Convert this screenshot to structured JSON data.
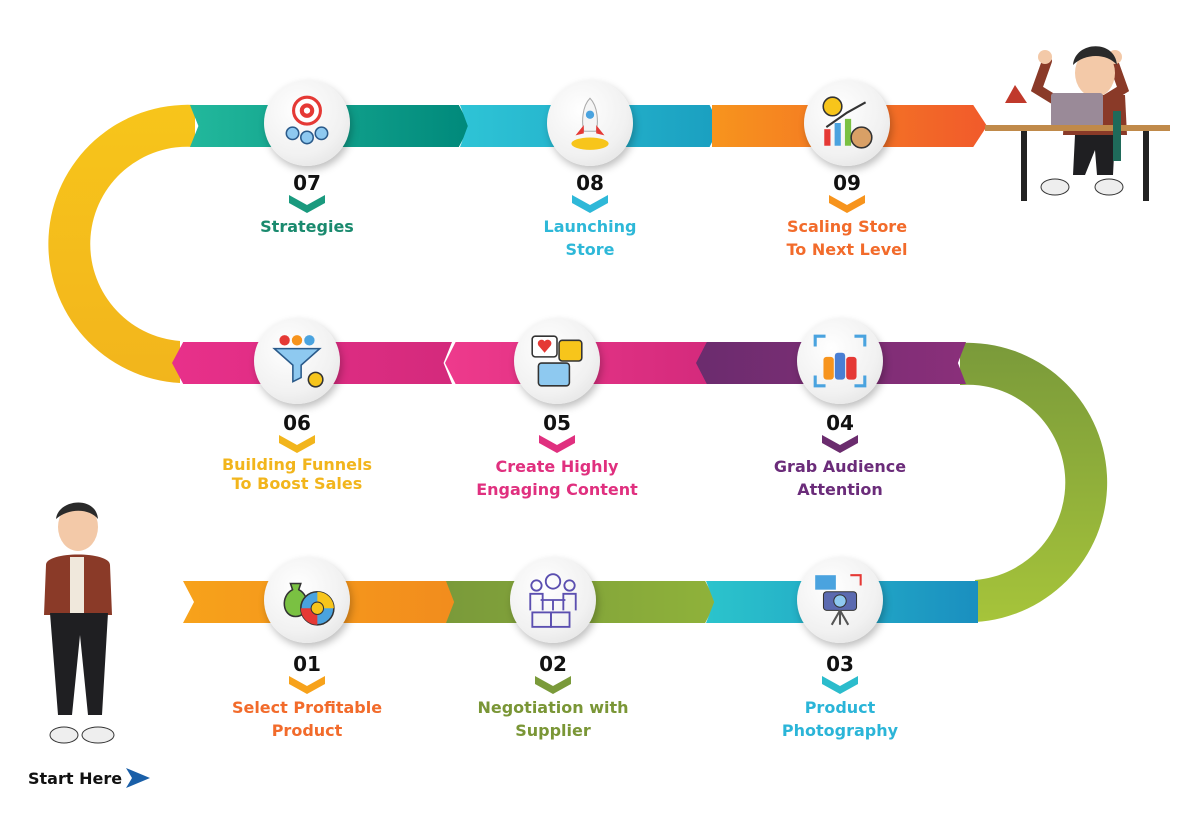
{
  "start_label": "Start Here",
  "steps": [
    {
      "num": "01",
      "line1": "Select Profitable",
      "line2": "Product",
      "color": "#f26b2b",
      "chevron": "#f7a21b",
      "icon": "money-bag-chart-icon"
    },
    {
      "num": "02",
      "line1": "Negotiation with",
      "line2": "Supplier",
      "color": "#7a9636",
      "chevron": "#7a9a3a",
      "icon": "negotiation-table-icon"
    },
    {
      "num": "03",
      "line1": "Product",
      "line2": "Photography",
      "color": "#2bb5d8",
      "chevron": "#2bbccc",
      "icon": "camera-icon"
    },
    {
      "num": "04",
      "line1": "Grab Audience",
      "line2": "Attention",
      "color": "#6b2c7a",
      "chevron": "#6b2c6e",
      "icon": "audience-focus-icon"
    },
    {
      "num": "05",
      "line1": "Create Highly",
      "line2": "Engaging Content",
      "color": "#e0307f",
      "chevron": "#e0307f",
      "icon": "social-content-icon"
    },
    {
      "num": "06",
      "line1": "Building Funnels",
      "line2": "To Boost Sales",
      "color": "#f2b51c",
      "chevron": "#f2b51c",
      "icon": "funnel-icon"
    },
    {
      "num": "07",
      "line1": "Strategies",
      "line2": "",
      "color": "#1a8a6e",
      "chevron": "#1a9a7e",
      "icon": "target-team-icon"
    },
    {
      "num": "08",
      "line1": "Launching",
      "line2": "Store",
      "color": "#2eb8d8",
      "chevron": "#2eb8d8",
      "icon": "rocket-icon"
    },
    {
      "num": "09",
      "line1": "Scaling Store",
      "line2": "To Next Level",
      "color": "#f26b2b",
      "chevron": "#f7941d",
      "icon": "growth-chart-icon"
    }
  ]
}
